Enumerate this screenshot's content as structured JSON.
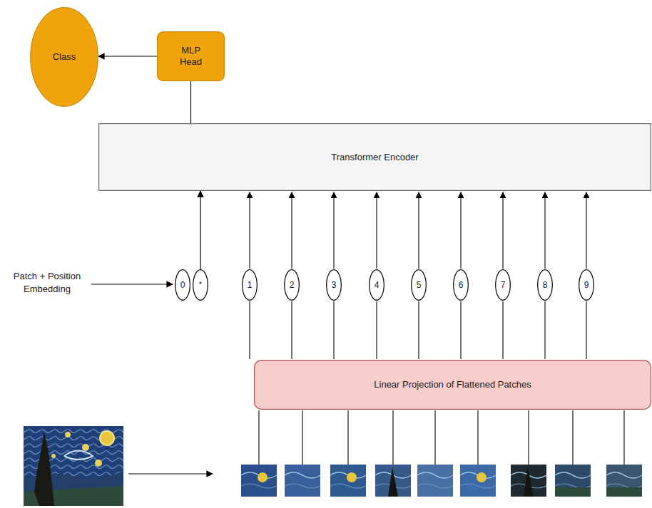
{
  "diagram": {
    "nodes": [
      {
        "text": [
          "Class"
        ]
      },
      {
        "text": [
          "MLP Head"
        ]
      },
      {
        "text": [
          "Transformer Encoder"
        ]
      },
      {
        "text": [
          "0"
        ]
      },
      {
        "text": [
          "*"
        ]
      },
      {
        "text": [
          "1"
        ]
      },
      {
        "text": [
          "2"
        ]
      },
      {
        "text": [
          "3"
        ]
      },
      {
        "text": [
          "4"
        ]
      },
      {
        "text": [
          "5"
        ]
      },
      {
        "text": [
          "6"
        ]
      },
      {
        "text": [
          "7"
        ]
      },
      {
        "text": [
          "8"
        ]
      },
      {
        "text": [
          "9"
        ]
      },
      {
        "text": [
          "Linear Projection of Flattened Patches"
        ]
      }
    ],
    "edges": [
      {
        "from": 1,
        "to": 0,
        "arrow": "to"
      },
      {
        "from": 2,
        "to": 1,
        "arrow": "none"
      },
      {
        "from": 4,
        "to": 2,
        "arrow": "to"
      }
    ],
    "labels": [
      "Patch + Position Embedding"
    ]
  }
}
